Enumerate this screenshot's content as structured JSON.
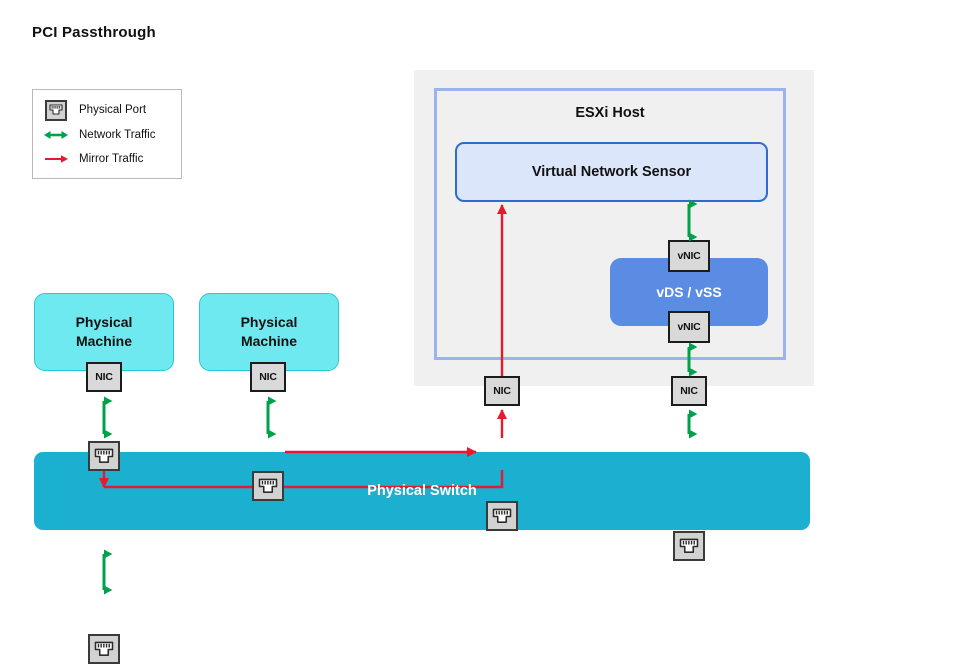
{
  "page": {
    "title": "PCI Passthrough",
    "background": "#ffffff"
  },
  "legend": {
    "items": [
      {
        "icon": "physical-port-icon",
        "label": "Physical Port",
        "type": "icon"
      },
      {
        "icon": "double-arrow-icon",
        "label": "Network Traffic",
        "type": "arrow",
        "color": "#00a14b",
        "direction": "both"
      },
      {
        "icon": "single-arrow-icon",
        "label": "Mirror Traffic",
        "type": "arrow",
        "color": "#e8192c",
        "direction": "right"
      }
    ]
  },
  "esxi": {
    "title": "ESXi Host",
    "panel_color": "#f0f0f0",
    "border_color": "#9bb4ee",
    "sensor": {
      "label": "Virtual Network Sensor",
      "fill": "#dce6fa",
      "border": "#2e6ad1"
    },
    "vswitch": {
      "label": "vDS / vSS",
      "fill": "#5b8ce4",
      "text_color": "#ffffff"
    },
    "vnic_top": {
      "label": "vNIC"
    },
    "vnic_bottom": {
      "label": "vNIC"
    },
    "nic_mirror": {
      "label": "NIC"
    },
    "nic_uplink": {
      "label": "NIC"
    }
  },
  "machines": [
    {
      "label": "Physical\nMachine",
      "line1": "Physical",
      "line2": "Machine",
      "nic": "NIC",
      "fill": "#6fe9f0"
    },
    {
      "label": "Physical\nMachine",
      "line1": "Physical",
      "line2": "Machine",
      "nic": "NIC",
      "fill": "#6fe9f0"
    }
  ],
  "switch": {
    "label": "Physical Switch",
    "fill": "#1bafd0",
    "text_color": "#ffffff",
    "ports": [
      {
        "name": "port-1"
      },
      {
        "name": "port-2"
      },
      {
        "name": "port-3"
      },
      {
        "name": "port-4"
      },
      {
        "name": "port-5"
      }
    ]
  },
  "colors": {
    "network_traffic": "#00a14b",
    "mirror_traffic": "#e8192c",
    "switch_cyan": "#1bafd0",
    "machine_cyan": "#6fe9f0",
    "vswitch_blue": "#5b8ce4",
    "sensor_blue": "#dce6fa",
    "panel_gray": "#f0f0f0"
  }
}
